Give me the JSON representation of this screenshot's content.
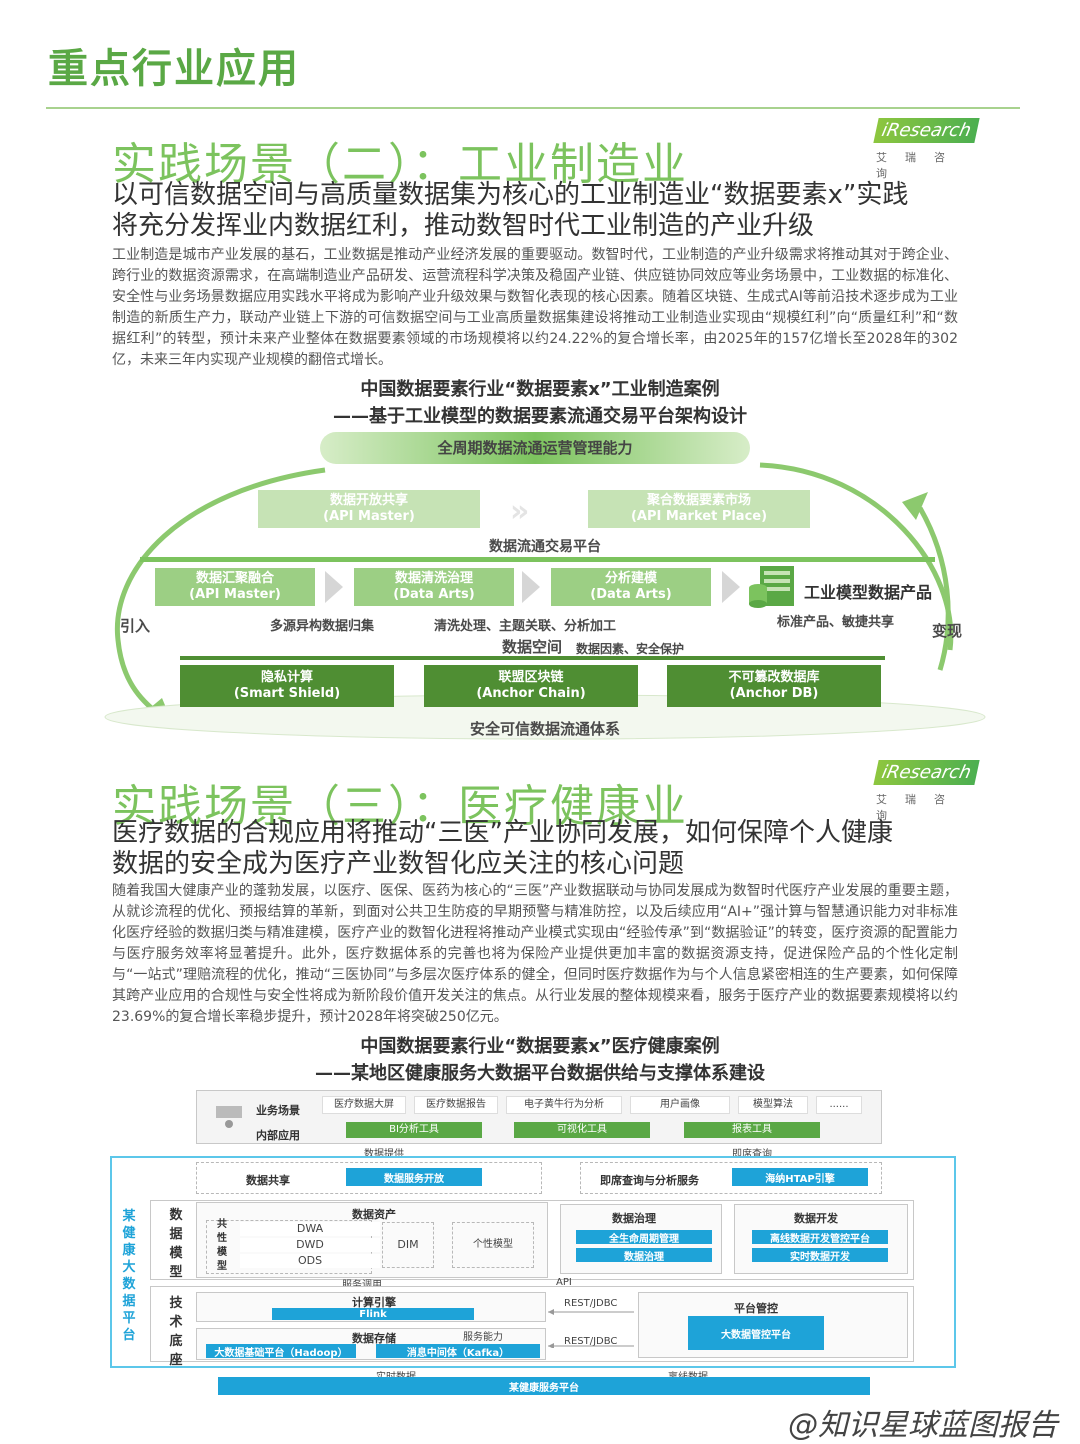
{
  "header": {
    "title": "重点行业应用"
  },
  "logo": {
    "brand": "iResearch",
    "cn": "艾瑞咨询"
  },
  "s2": {
    "title": "实践场景（二）：工业制造业",
    "sub1": "以可信数据空间与高质量数据集为核心的工业制造业“数据要素x”实践",
    "sub2": "将充分发挥业内数据红利，推动数智时代工业制造的产业升级",
    "para": "工业制造是城市产业发展的基石，工业数据是推动产业经济发展的重要驱动。数智时代，工业制造的产业升级需求将推动其对于跨企业、跨行业的数据资源需求，在高端制造业产品研发、运营流程科学决策及稳固产业链、供应链协同效应等业务场景中，工业数据的标准化、安全性与业务场景数据应用实践水平将成为影响产业升级效果与数智化表现的核心因素。随着区块链、生成式AI等前沿技术逐步成为工业制造的新质生产力，联动产业链上下游的可信数据空间与工业高质量数据集建设将推动工业制造业实现由“规模红利”向“质量红利”和“数据红利”的转型，预计未来产业整体在数据要素领域的市场规模将以约24.22%的复合增长率，由2025年的157亿增长至2028年的302亿，未来三年内实现产业规模的翻倍式增长。",
    "ct1": "中国数据要素行业“数据要素x”工业制造案例",
    "ct2": "——基于工业模型的数据要素流通交易平台架构设计",
    "d": {
      "top": "全周期数据流通运营管理能力",
      "open1": "数据开放共享",
      "open2": "(API Master)",
      "mkt1": "聚合数据要素市场",
      "mkt2": "(API Market Place)",
      "platform": "数据流通交易平台",
      "b1a": "数据汇聚融合",
      "b1b": "(API Master)",
      "b2a": "数据清洗治理",
      "b2b": "(Data Arts)",
      "b3a": "分析建模",
      "b3b": "(Data Arts)",
      "product": "工业模型数据产品",
      "l1": "多源异构数据归集",
      "l2": "清洗处理、主题关联、分析加工",
      "l3": "标准产品、敏捷共享",
      "space": "数据空间",
      "spacesub": "数据因素、安全保护",
      "intro": "引入",
      "monet": "变现",
      "c1a": "隐私计算",
      "c1b": "(Smart Shield)",
      "c2a": "联盟区块链",
      "c2b": "(Anchor Chain)",
      "c3a": "不可篡改数据库",
      "c3b": "(Anchor DB)",
      "base": "安全可信数据流通体系"
    }
  },
  "s3": {
    "title": "实践场景（三）：医疗健康业",
    "sub1": "医疗数据的合规应用将推动“三医”产业协同发展，如何保障个人健康",
    "sub2": "数据的安全成为医疗产业数智化应关注的核心问题",
    "para": "随着我国大健康产业的蓬勃发展，以医疗、医保、医药为核心的“三医”产业数据联动与协同发展成为数智时代医疗产业发展的重要主题，从就诊流程的优化、预报结算的革新，到面对公共卫生防疫的早期预警与精准防控，以及后续应用“AI+”强计算与智慧通识能力对非标准化医疗经验的数据归类与精准建模，医疗产业的数智化进程将推动产业模式实现由“经验传承”到“数据验证”的转变，医疗资源的配置能力与医疗服务效率将显著提升。此外，医疗数据体系的完善也将为保险产业提供更加丰富的数据资源支持，促进保险产品的个性化定制与“一站式”理赔流程的优化，推动“三医协同”与多层次医疗体系的健全，但同时医疗数据作为与个人信息紧密相连的生产要素，如何保障其跨产业应用的合规性与安全性将成为新阶段价值开发关注的焦点。从行业发展的整体规模来看，服务于医疗产业的数据要素规模将以约23.69%的复合增长率稳步提升，预计2028年将突破250亿元。",
    "ct1": "中国数据要素行业“数据要素x”医疗健康案例",
    "ct2": "——某地区健康服务大数据平台数据供给与支撑体系建设",
    "d": {
      "biz": "业务场景",
      "inner": "内部应用",
      "scenes": [
        "医疗数据大屏",
        "医疗数据报告",
        "电子黄牛行为分析",
        "用户画像",
        "模型算法",
        "......"
      ],
      "bi": "BI分析工具",
      "viz": "可视化工具",
      "rpt": "报表工具",
      "provide": "数据提供",
      "iq": "即席查询",
      "platform": "某健康大数据平台",
      "share": "数据共享",
      "svcopen": "数据服务开放",
      "adhoc": "即席查询与分析服务",
      "htap": "海纳HTAP引擎",
      "model": "数据模型",
      "asset": "数据资产",
      "common": "共性模型",
      "dwa": "DWA",
      "dwd": "DWD",
      "ods": "ODS",
      "dim": "DIM",
      "personal": "个性模型",
      "gov": "数据治理",
      "gov1": "全生命周期管理",
      "gov2": "数据治理",
      "dev": "数据开发",
      "dev1": "离线数据开发管控平台",
      "dev2": "实时数据开发",
      "svccall": "服务调用",
      "api": "API",
      "tech": "技术底座",
      "compute": "计算引擎",
      "flink": "Flink",
      "storage": "数据存储",
      "svccap": "服务能力",
      "hadoop": "大数据基础平台（Hadoop）",
      "kafka": "消息中间体（Kafka）",
      "rest1": "REST/JDBC",
      "rest2": "REST/JDBC",
      "mgmt": "平台管控",
      "mgmtp": "大数据管控平台",
      "rt": "实时数据",
      "off": "离线数据",
      "bottom": "某健康服务平台"
    }
  },
  "watermark": "@知识星球蓝图报告"
}
